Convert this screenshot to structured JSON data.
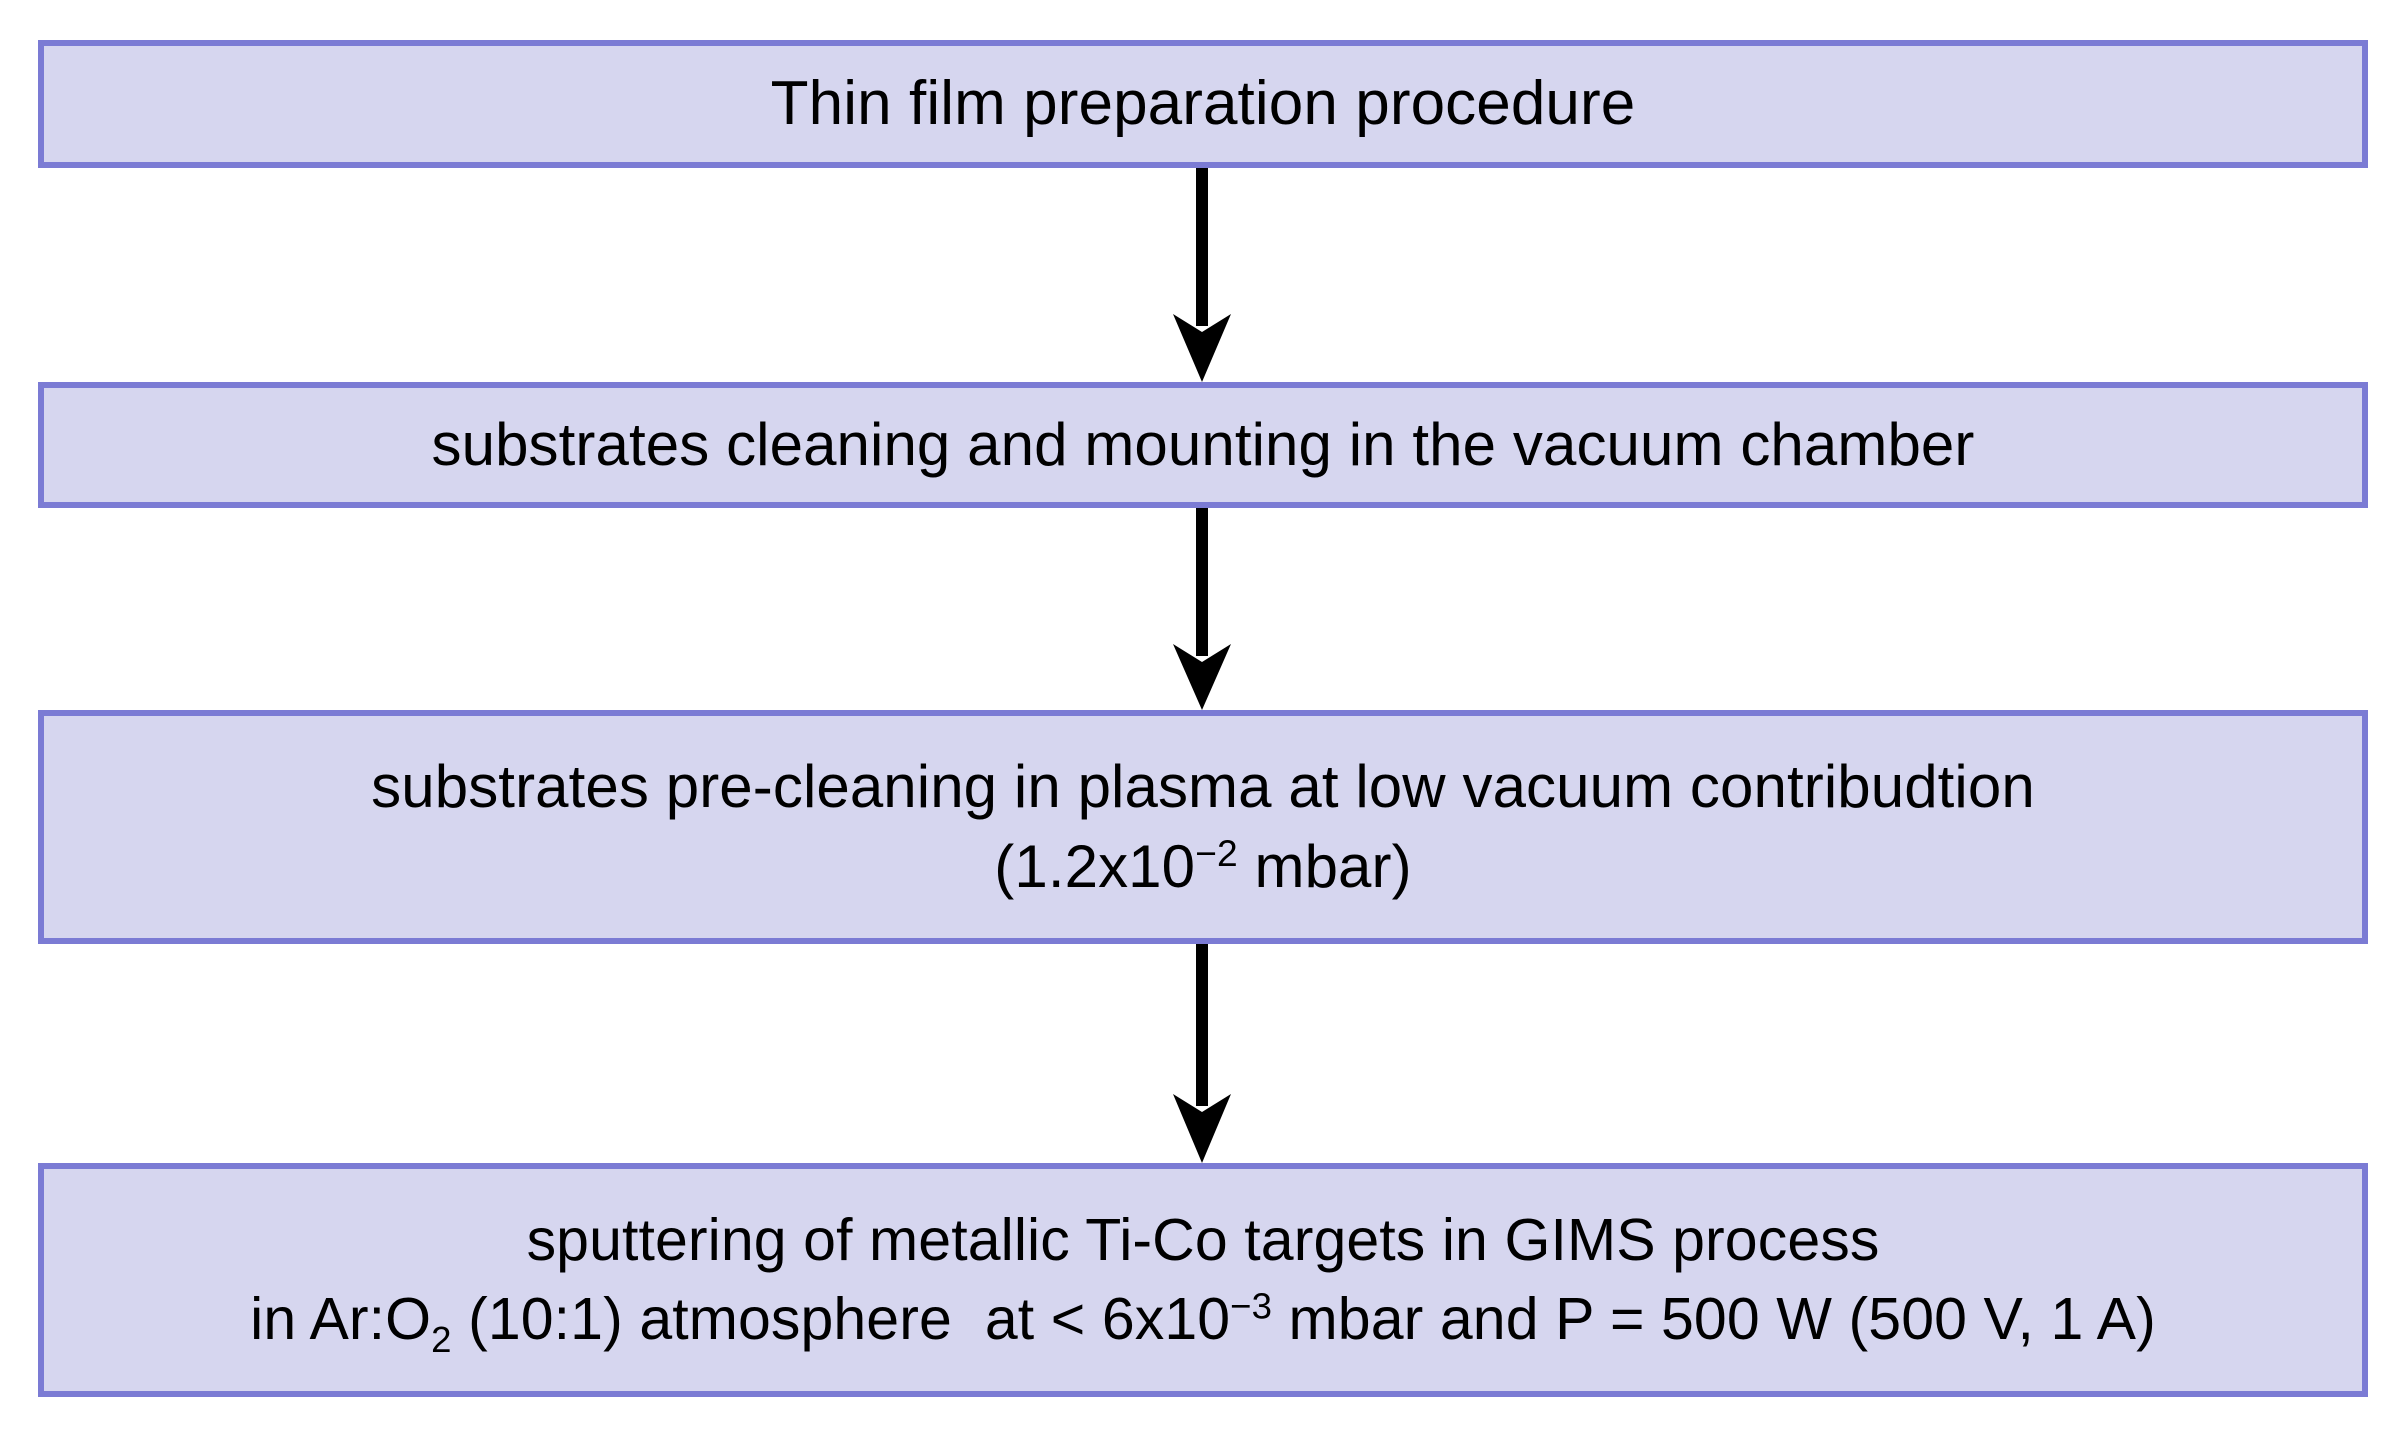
{
  "diagram": {
    "title": "Thin film preparation procedure",
    "type": "flowchart",
    "orientation": "vertical",
    "colors": {
      "node_fill": "#D6D6EF",
      "node_border": "#7B7BD4",
      "text": "#000000",
      "arrow": "#000000",
      "background": "#FFFFFF"
    },
    "nodes": [
      {
        "id": "node-1",
        "line1": "Thin film preparation procedure",
        "line2": ""
      },
      {
        "id": "node-2",
        "line1": "substrates cleaning and mounting in the vacuum chamber",
        "line2": ""
      },
      {
        "id": "node-3",
        "line1": "substrates pre-cleaning in plasma at low vacuum contribudtion",
        "line2_prefix": "(1.2x10",
        "line2_sup": "−2",
        "line2_suffix": " mbar)"
      },
      {
        "id": "node-4",
        "line1": "sputtering of metallic Ti-Co targets in GIMS process",
        "line2_a": "in Ar:O",
        "line2_sub": "2",
        "line2_b": " (10:1) atmosphere  at < 6x10",
        "line2_sup": "−3",
        "line2_c": " mbar and P = 500 W (500 V, 1 A)"
      }
    ],
    "arrows": [
      {
        "id": "arrow-1",
        "from": "node-1",
        "to": "node-2",
        "direction": "down",
        "icon": "down-arrow-icon"
      },
      {
        "id": "arrow-2",
        "from": "node-2",
        "to": "node-3",
        "direction": "down",
        "icon": "down-arrow-icon"
      },
      {
        "id": "arrow-3",
        "from": "node-3",
        "to": "node-4",
        "direction": "down",
        "icon": "down-arrow-icon"
      }
    ]
  }
}
